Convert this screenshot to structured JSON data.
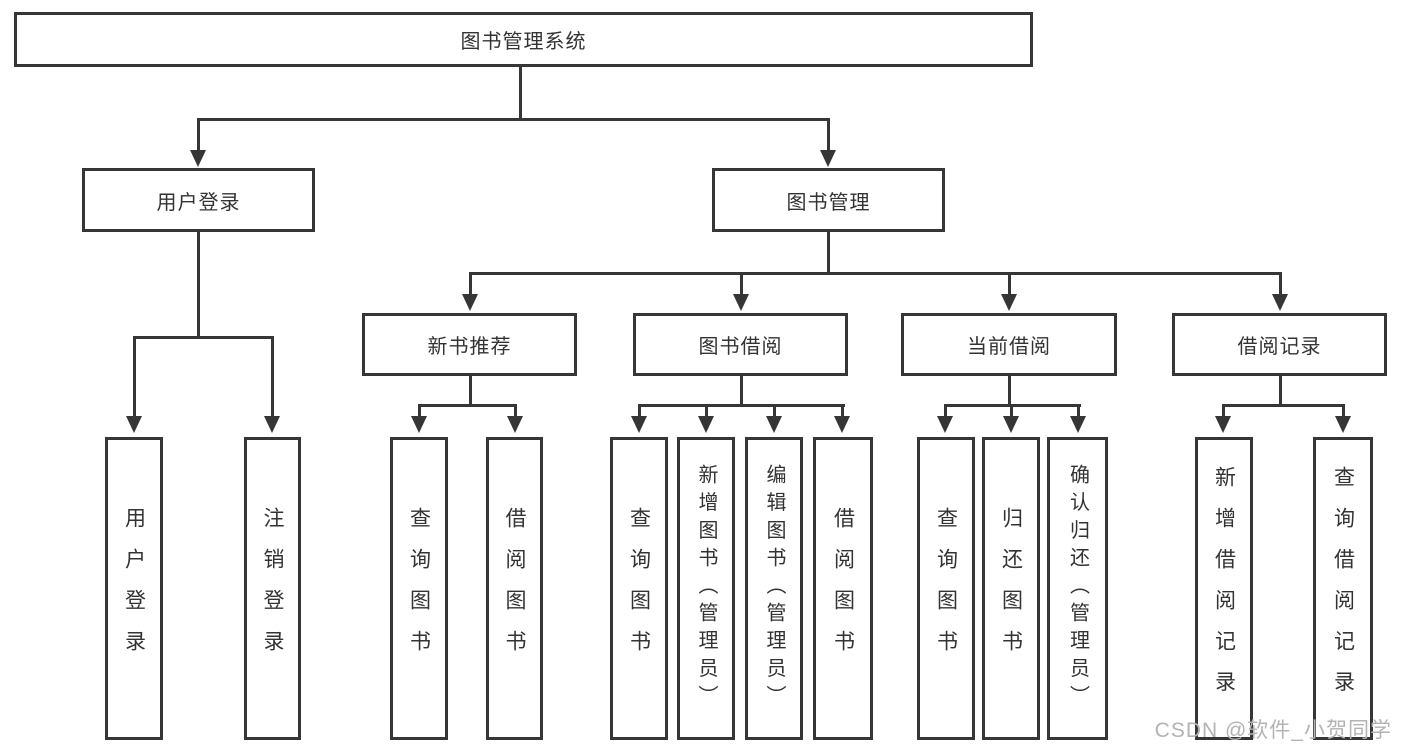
{
  "colors": {
    "line": "#363636",
    "text": "#333333",
    "watermark": "#b3b3b3",
    "background": "#ffffff"
  },
  "tree": {
    "label": "图书管理系统",
    "children": [
      {
        "label": "用户登录",
        "children": [
          {
            "label": "用户登录"
          },
          {
            "label": "注销登录"
          }
        ]
      },
      {
        "label": "图书管理",
        "children": [
          {
            "label": "新书推荐",
            "children": [
              {
                "label": "查询图书"
              },
              {
                "label": "借阅图书"
              }
            ]
          },
          {
            "label": "图书借阅",
            "children": [
              {
                "label": "查询图书"
              },
              {
                "label": "新增图书（管理员）"
              },
              {
                "label": "编辑图书（管理员）"
              },
              {
                "label": "借阅图书"
              }
            ]
          },
          {
            "label": "当前借阅",
            "children": [
              {
                "label": "查询图书"
              },
              {
                "label": "归还图书"
              },
              {
                "label": "确认归还（管理员）"
              }
            ]
          },
          {
            "label": "借阅记录",
            "children": [
              {
                "label": "新增借阅记录"
              },
              {
                "label": "查询借阅记录"
              }
            ]
          }
        ]
      }
    ]
  },
  "watermark": {
    "text": "CSDN @软件_小贺同学"
  }
}
